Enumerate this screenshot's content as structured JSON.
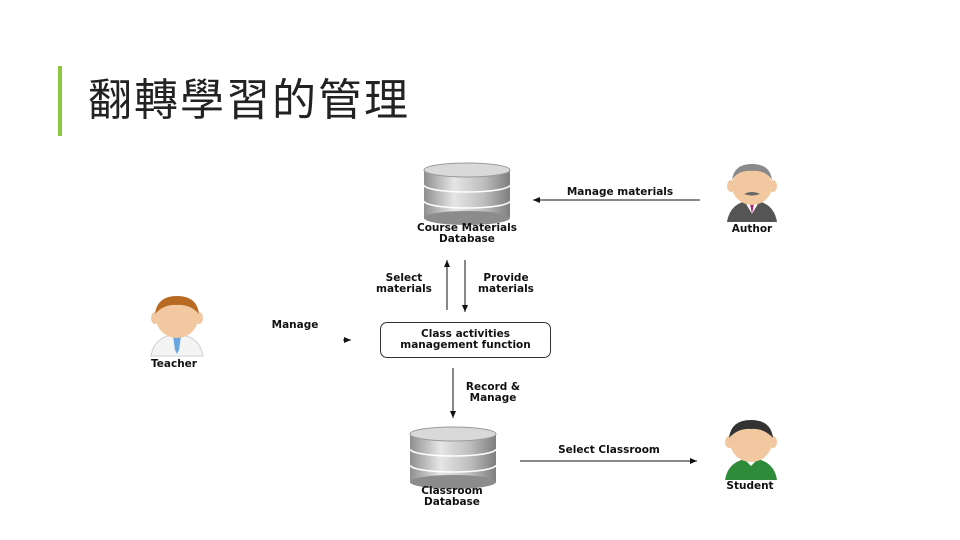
{
  "slide": {
    "title": "翻轉學習的管理"
  },
  "diagram": {
    "nodes": {
      "course_db": {
        "line1": "Course Materials",
        "line2": "Database"
      },
      "author": {
        "label": "Author"
      },
      "teacher": {
        "label": "Teacher"
      },
      "function_box": {
        "line1": "Class activities",
        "line2": "management function"
      },
      "classroom_db": {
        "line1": "Classroom",
        "line2": "Database"
      },
      "student": {
        "label": "Student"
      }
    },
    "edges": {
      "manage_materials": "Manage materials",
      "select_materials": {
        "line1": "Select",
        "line2": "materials"
      },
      "provide_materials": {
        "line1": "Provide",
        "line2": "materials"
      },
      "manage": "Manage",
      "record_manage": {
        "line1": "Record &",
        "line2": "Manage"
      },
      "select_classroom": "Select Classroom"
    }
  },
  "colors": {
    "accent": "#8dc63f",
    "db_gray": "#b9b9b9",
    "student_green": "#2e8b3a",
    "teacher_tie": "#6aa7e0",
    "author_suit": "#555555"
  }
}
